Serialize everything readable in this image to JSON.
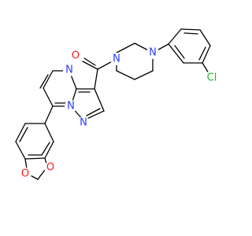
{
  "atoms": {
    "carbonyl_oxygen": "O",
    "amide_nitrogen": "N",
    "aryl_nitrogen": "N",
    "chlorine": "Cl",
    "pyrimidine_nitrogen": "N",
    "bridge_nitrogen": "N",
    "pyrazole_nitrogen": "N",
    "dioxole_oxygen_upper": "O",
    "dioxole_oxygen_lower": "O"
  },
  "colors": {
    "nitrogen": "#2a3cff",
    "oxygen": "#ff1a1a",
    "chlorine": "#22b522",
    "bond": "#000000"
  }
}
